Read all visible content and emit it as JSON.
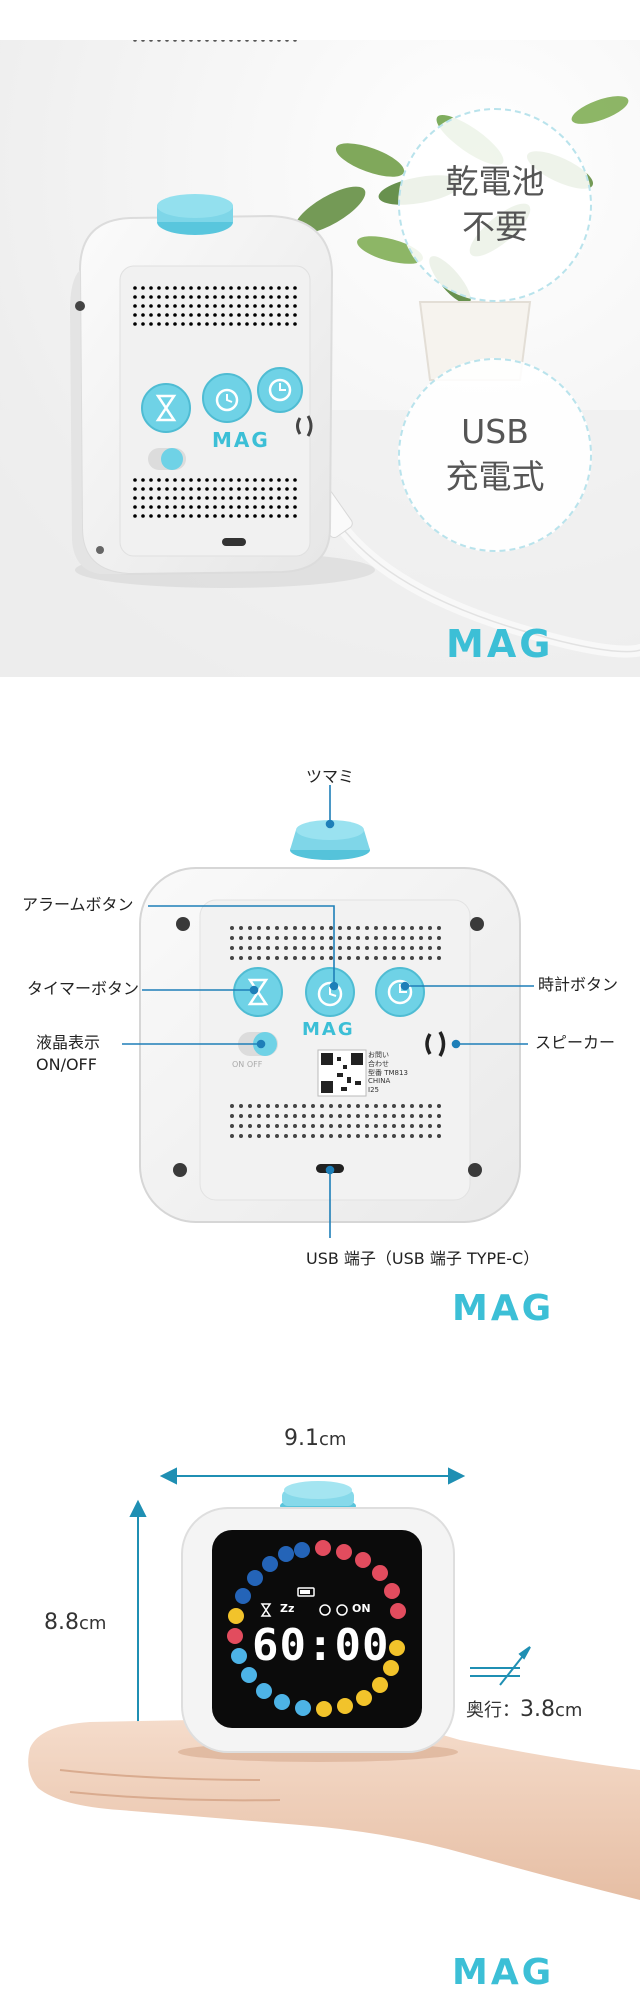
{
  "hero": {
    "bubble1_line1": "乾電池",
    "bubble1_line2": "不要",
    "bubble2_line1": "USB",
    "bubble2_line2": "充電式",
    "logo": "MAG",
    "device_logo": "MAG"
  },
  "diagram": {
    "labels": {
      "knob": "ツマミ",
      "alarm_button": "アラームボタン",
      "timer_button": "タイマーボタン",
      "clock_button": "時計ボタン",
      "lcd_line1": "液晶表示",
      "lcd_line2": "ON/OFF",
      "speaker": "スピーカー",
      "usb_port": "USB 端子（USB 端子 TYPE-C）"
    },
    "device_logo": "MAG",
    "switch_text": "ON  OFF",
    "qr_text_1": "お問い",
    "qr_text_2": "合わせ",
    "model_text": "型番 TM813",
    "origin_text": "CHINA",
    "lot_text": "I25",
    "logo": "MAG"
  },
  "dimensions": {
    "width_value": "9.1",
    "width_unit": "cm",
    "height_value": "8.8",
    "height_unit": "cm",
    "depth_label": "奥行：",
    "depth_value": "3.8",
    "depth_unit": "cm",
    "display_time": "60:00",
    "status_zz": "Zz",
    "status_on": "ON",
    "logo": "MAG"
  },
  "colors": {
    "accent": "#3cbfd6",
    "button_blue": "#6fd2e6",
    "device_white": "#f4f4f4",
    "hand_skin": "#f1d2bd"
  }
}
